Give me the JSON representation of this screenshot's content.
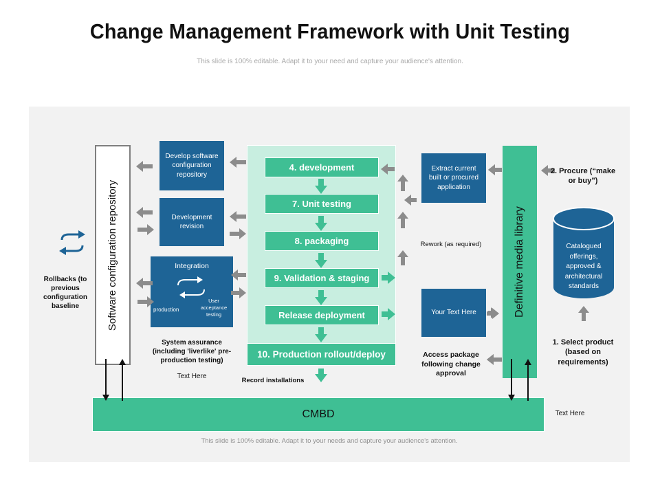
{
  "header": {
    "title": "Change Management Framework with Unit Testing",
    "subtitle": "This slide is 100% editable. Adapt it to your need and capture your audience's attention."
  },
  "left": {
    "repository_label": "Software configuration repository",
    "rollbacks_label": "Rollbacks (to previous configuration baseline",
    "boxes": {
      "develop_repo": "Develop software configuration repository",
      "dev_revision": "Development revision",
      "integration_title": "Integration",
      "integration_production": "production",
      "integration_uat": "User acceptance testing"
    },
    "system_assurance": "System assurance (including 'liverlike' pre-production testing)",
    "text_here": "Text Here"
  },
  "center": {
    "steps": [
      "4. development",
      "7. Unit testing",
      "8. packaging",
      "9. Validation & staging",
      "Release deployment"
    ],
    "rollout": "10. Production rollout/deploy",
    "record_installations": "Record installations"
  },
  "right": {
    "extract_box": "Extract current built or procured application",
    "rework": "Rework (as required)",
    "your_text_box": "Your Text Here",
    "access_package": "Access package following change approval",
    "dml_label": "Definitive media library",
    "procure": "2. Procure (“make or buy”)",
    "catalogued": "Catalogued offerings, approved & architectural standards",
    "select_product": "1. Select product (based on requirements)",
    "text_here": "Text Here"
  },
  "bottom": {
    "cmbd": "CMBD",
    "footer": "This slide is 100% editable. Adapt it to your needs and capture your audience's attention."
  },
  "colors": {
    "blue": "#1e6496",
    "green": "#3fbf94",
    "light_green": "#c8eee0",
    "gray_arrow": "#8c8c8c",
    "panel": "#f2f2f2"
  }
}
